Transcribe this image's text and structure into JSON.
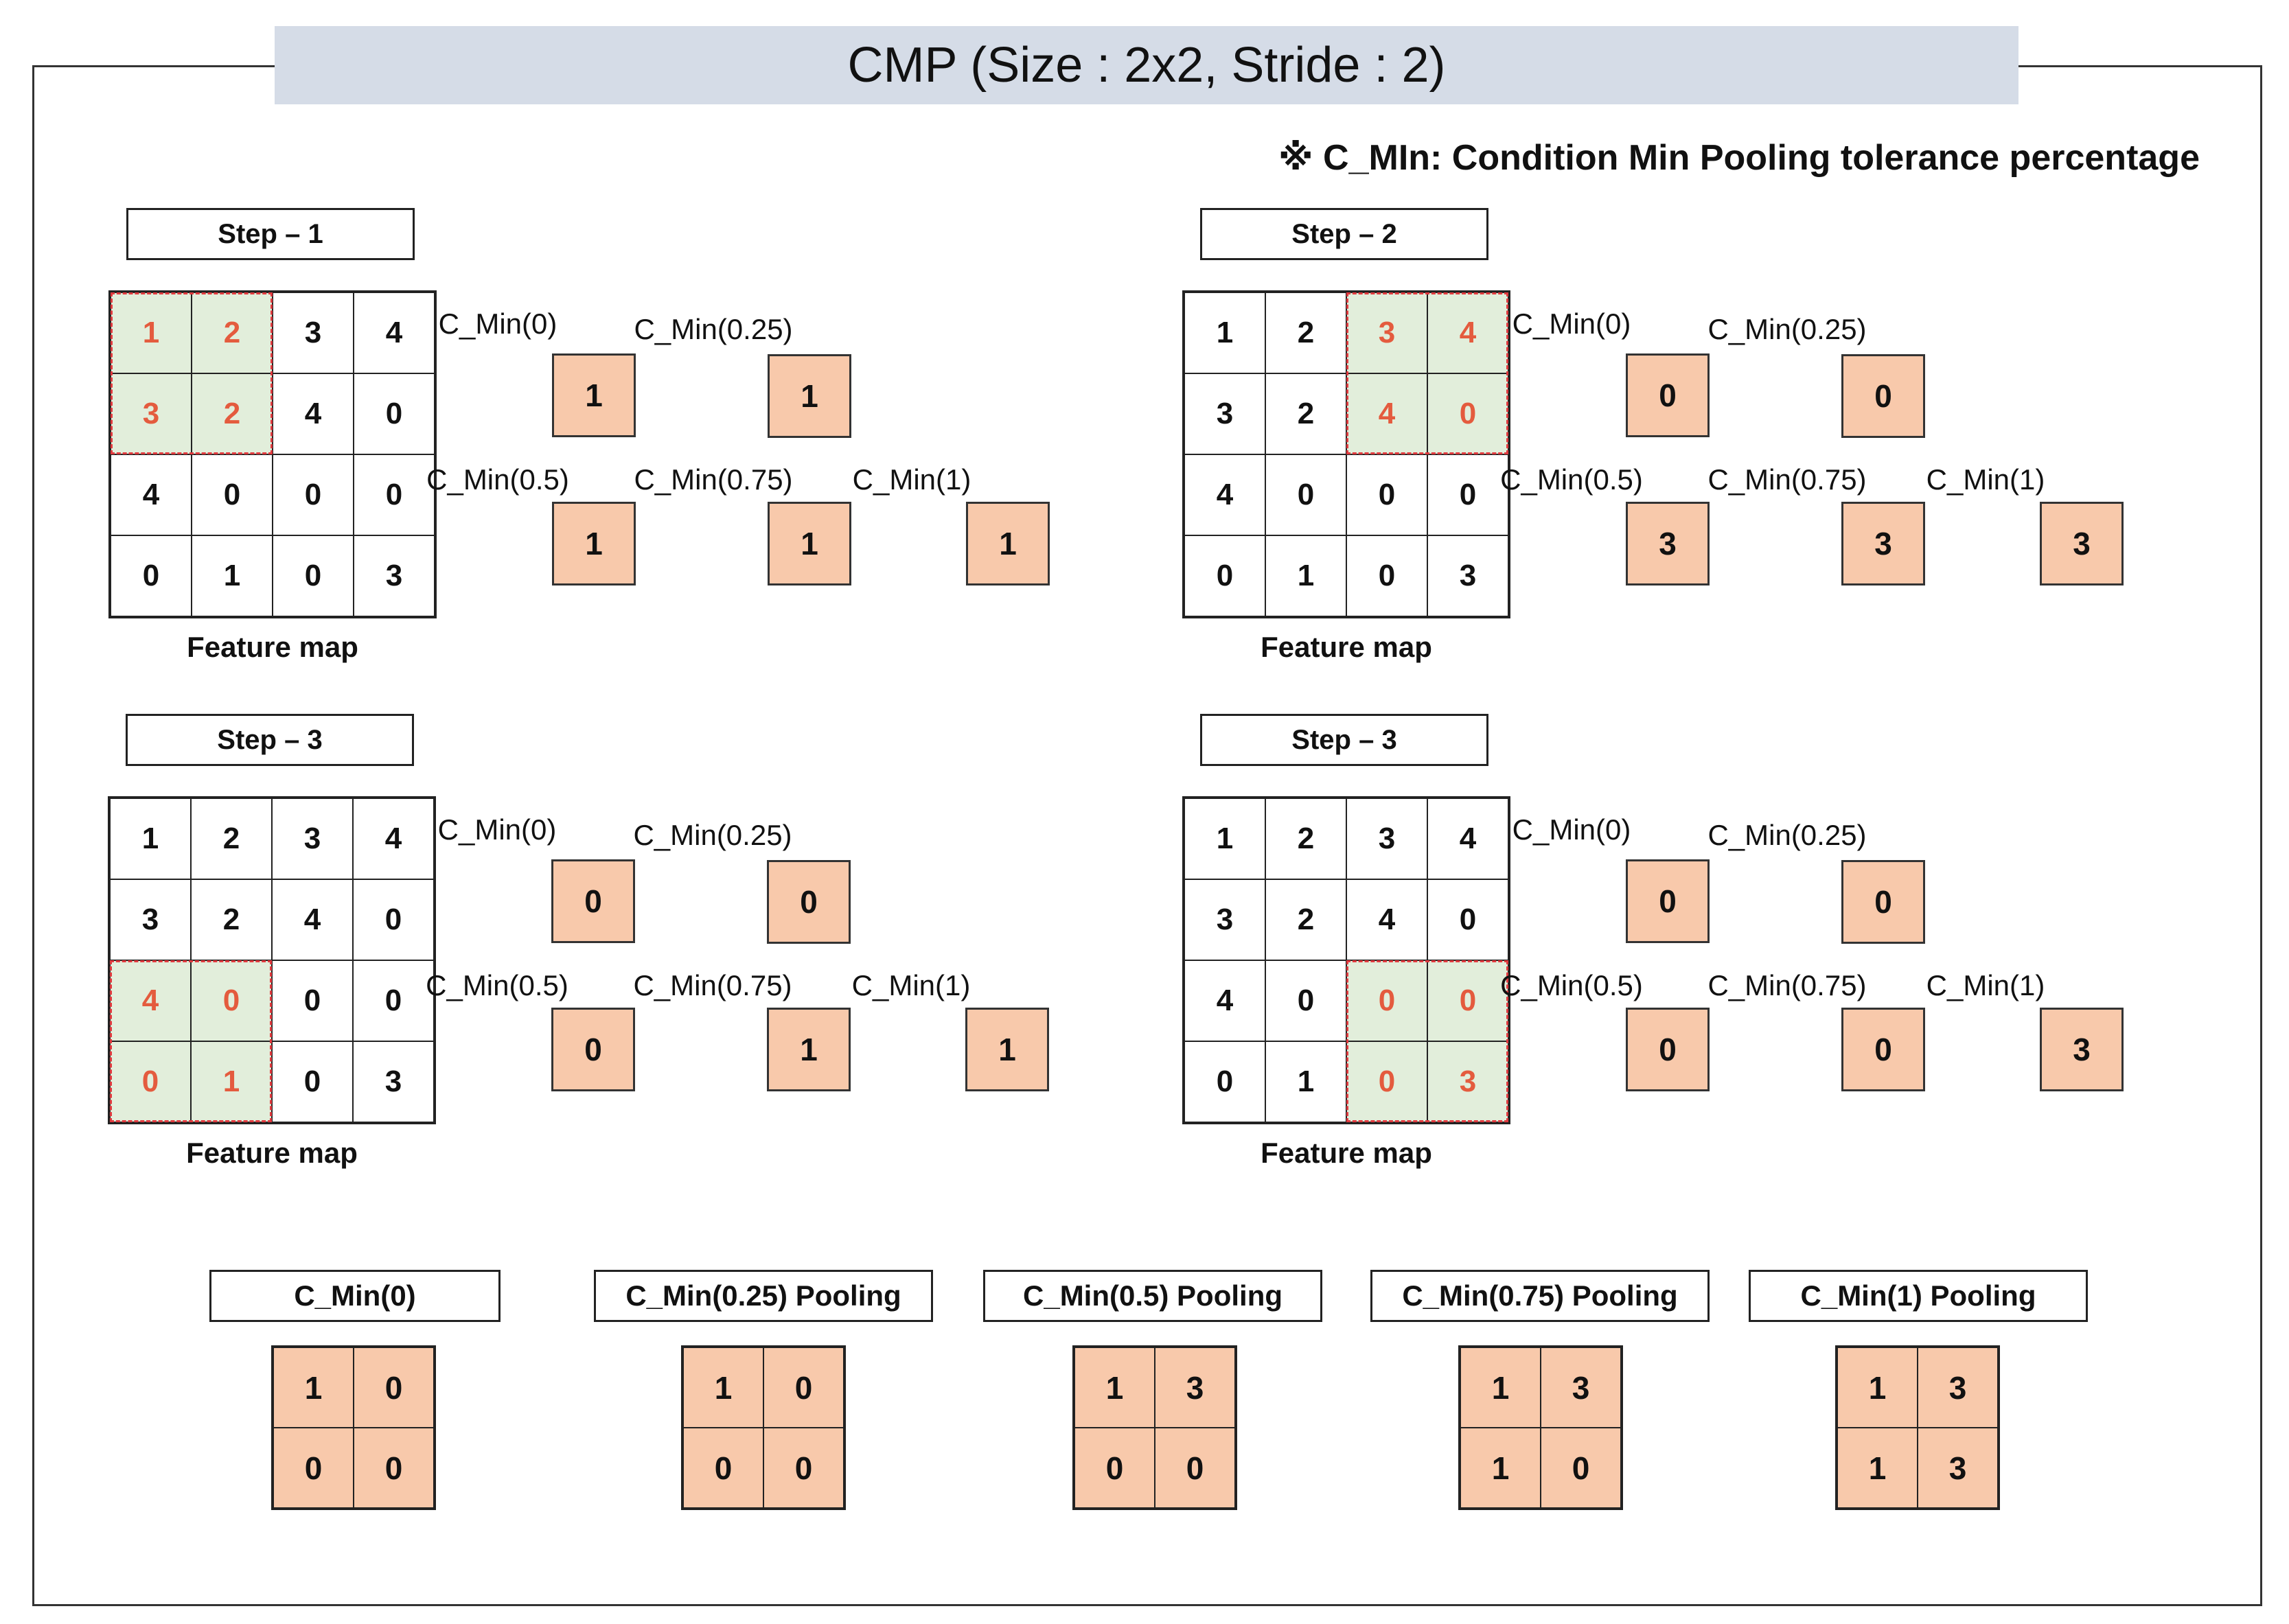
{
  "title": "CMP (Size : 2x2, Stride : 2)",
  "note": "※ C_MIn: Condition Min Pooling tolerance percentage",
  "feature_map_caption": "Feature map",
  "cmin_labels": [
    "C_Min(0)",
    "C_Min(0.25)",
    "C_Min(0.5)",
    "C_Min(0.75)",
    "C_Min(1)"
  ],
  "feature_map": [
    [
      "1",
      "2",
      "3",
      "4"
    ],
    [
      "3",
      "2",
      "4",
      "0"
    ],
    [
      "4",
      "0",
      "0",
      "0"
    ],
    [
      "0",
      "1",
      "0",
      "3"
    ]
  ],
  "steps": [
    {
      "label": "Step – 1",
      "window_row": 0,
      "window_col": 0,
      "results": [
        "1",
        "1",
        "1",
        "1",
        "1"
      ]
    },
    {
      "label": "Step – 2",
      "window_row": 0,
      "window_col": 2,
      "results": [
        "0",
        "0",
        "3",
        "3",
        "3"
      ]
    },
    {
      "label": "Step – 3",
      "window_row": 2,
      "window_col": 0,
      "results": [
        "0",
        "0",
        "0",
        "1",
        "1"
      ]
    },
    {
      "label": "Step – 3",
      "window_row": 2,
      "window_col": 2,
      "results": [
        "0",
        "0",
        "0",
        "0",
        "3"
      ]
    }
  ],
  "outputs": [
    {
      "label": "C_Min(0)",
      "values": [
        "1",
        "0",
        "0",
        "0"
      ]
    },
    {
      "label": "C_Min(0.25) Pooling",
      "values": [
        "1",
        "0",
        "0",
        "0"
      ]
    },
    {
      "label": "C_Min(0.5) Pooling",
      "values": [
        "1",
        "3",
        "0",
        "0"
      ]
    },
    {
      "label": "C_Min(0.75) Pooling",
      "values": [
        "1",
        "3",
        "1",
        "0"
      ]
    },
    {
      "label": "C_Min(1) Pooling",
      "values": [
        "1",
        "3",
        "1",
        "3"
      ]
    }
  ],
  "colors": {
    "highlight_fill": "#e2eedb",
    "highlight_text": "#e45b3e",
    "window_border": "#e0393e",
    "result_fill": "#f8c9ab",
    "title_bar": "#d5dce7"
  }
}
